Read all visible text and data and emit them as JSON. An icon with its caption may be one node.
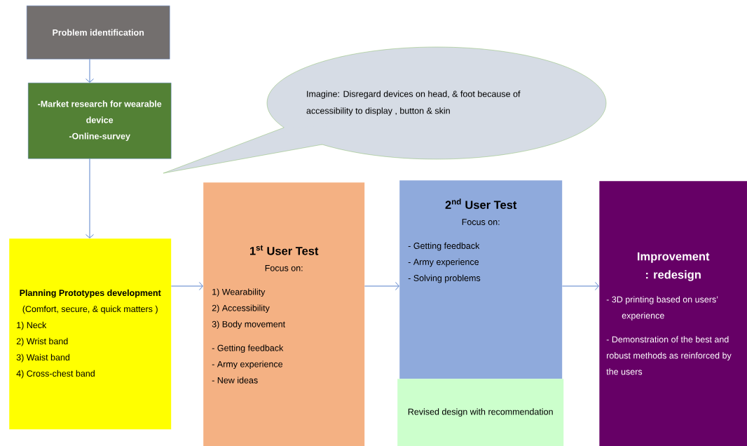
{
  "diagram": {
    "nodes": [
      {
        "text": [
          "Problem identification"
        ]
      },
      {
        "text": [
          "-Market research for wearable device",
          "-Online-survey"
        ]
      },
      {
        "text": [
          "Imagine: Disregard devices on head, & foot because of accessibility to display , button & skin"
        ]
      },
      {
        "text": [
          "Planning Prototypes development",
          "(Comfort, secure, & quick matters )",
          "1) Neck",
          "2) Wrist band",
          "3) Waist band",
          "4) Cross-chest band"
        ]
      },
      {
        "text": [
          "1$^{st}$ User Test",
          "Focus on:",
          "1) Wearability",
          "2) Accessibility",
          "3) Body movement",
          "- Getting feedback",
          "- Army experience",
          "- New ideas"
        ]
      },
      {
        "text": [
          "2$^{nd}$ User Test",
          "Focus on:",
          "- Getting feedback",
          "- Army experience",
          "- Solving problems"
        ]
      },
      {
        "text": [
          "Revised design with recommendation"
        ]
      },
      {
        "text": [
          "Improvement",
          ": redesign",
          "- 3D printing based on users’ experience",
          "- Demonstration of the best and robust methods as reinforced by the users"
        ]
      }
    ],
    "edges": [
      {
        "from": 0,
        "to": 1,
        "arrow": "to"
      },
      {
        "from": 1,
        "to": 3,
        "arrow": "to"
      },
      {
        "from": 3,
        "to": 4,
        "arrow": "to"
      },
      {
        "from": 4,
        "to": 5,
        "arrow": "to"
      },
      {
        "from": 5,
        "to": 7,
        "arrow": "to"
      }
    ]
  }
}
